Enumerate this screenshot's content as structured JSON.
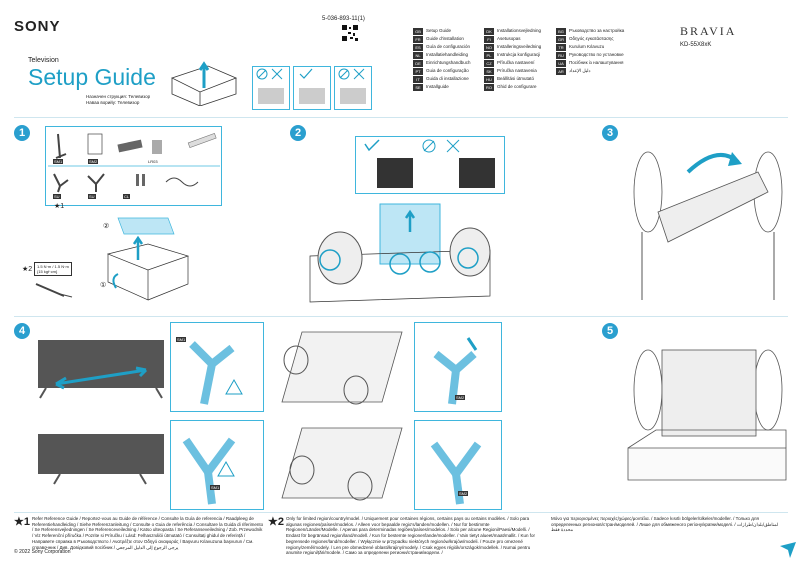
{
  "header": {
    "brand": "SONY",
    "doc_id": "5-036-893-11(1)",
    "product": "Television",
    "title": "Setup Guide",
    "subtitle_lines": [
      "Назначен струкция: Телевизор",
      "Наваа ворийу: Телевизор"
    ],
    "model_brand": "BRAVIA",
    "model_number": "KD-55X8xK"
  },
  "languages": {
    "col1": [
      {
        "code": "GB",
        "label": "Setup Guide"
      },
      {
        "code": "FR",
        "label": "Guide d'installation"
      },
      {
        "code": "ES",
        "label": "Guía de configuración"
      },
      {
        "code": "NL",
        "label": "Installatiehandleiding"
      },
      {
        "code": "DE",
        "label": "Einrichtungshandbuch"
      },
      {
        "code": "PT",
        "label": "Guia de configuração"
      },
      {
        "code": "IT",
        "label": "Guida di installazione"
      },
      {
        "code": "SE",
        "label": "Installguide"
      }
    ],
    "col2": [
      {
        "code": "DK",
        "label": "Installationsvejledning"
      },
      {
        "code": "FI",
        "label": "Asetusopas"
      },
      {
        "code": "NO",
        "label": "Installeringsveiledning"
      },
      {
        "code": "PL",
        "label": "Instrukcja konfiguracji"
      },
      {
        "code": "CZ",
        "label": "Příručka nastavení"
      },
      {
        "code": "SK",
        "label": "Príručka nastavenia"
      },
      {
        "code": "HU",
        "label": "Beállítási útmutató"
      },
      {
        "code": "RO",
        "label": "Ghid de configurare"
      }
    ],
    "col3": [
      {
        "code": "BG",
        "label": "Ръководство за настройка"
      },
      {
        "code": "GR",
        "label": "Οδηγός εγκατάστασης"
      },
      {
        "code": "TR",
        "label": "Kurulum Kılavuzu"
      },
      {
        "code": "RU",
        "label": "Руководство по установке"
      },
      {
        "code": "UA",
        "label": "Посібник із налаштування"
      },
      {
        "code": "AR",
        "label": "دليل الإعداد"
      }
    ]
  },
  "steps": {
    "s1": "1",
    "s2": "2",
    "s3": "3",
    "s4": "4",
    "s5": "5"
  },
  "step1": {
    "parts": [
      "SM1",
      "SM2",
      "SU",
      "SU",
      "CL",
      "LR03"
    ],
    "star1": "★1",
    "star2": "★2",
    "screw_spec": "1.5 N·m / 1.5 N·m",
    "screw_spec2": "{15 kgf·cm}",
    "order_labels": [
      "②",
      "①"
    ]
  },
  "step4": {
    "labels": [
      "SM1",
      "SM2",
      "SM1",
      "SM2"
    ]
  },
  "footnotes": {
    "star1_mark": "★1",
    "star1_text": "Refer Reference Guide / Reportez-vous au Guide de référence / Consulte la Guía de referencia / Raadpleeg de Referentiehandleiding / Siehe Referenzanleitung / Consulte o Guia de referência / Consultare la Guida di riferimento / Se Referensvejledningen / Se Referenceveiledning / Katso ulteopasta / Se Referanseveiledning / Zob. Przewodnik / Viz Referenční příručka / Pozrite si Príručku / Lásd: Felhasználói útmutató / Consultați ghidul de referință / Направете справка в Ръководството / Ανατρέξτε στον Οδηγό αναφοράς / Başvuru Kılavuzuna başvurun / См. справочник / Див. Довідковий посібник / يرجى الرجوع إلى الدليل المرجعي",
    "star2_mark": "★2",
    "star2_text": "Only for limited region/country/model. / Uniquement pour certaines régions, certains pays ou certains modèles. / Solo para algunas regiones/países/modelos. / Alleen voor bepaalde regio's/landen/modellen. / Nur für bestimmte Regionen/Länder/Modelle. / Apenas para determinadas regiões/países/modelos. / Solo per alcune Regioni/Paesi/Modelli. / Endast för begränsad region/land/modell. / Kun for bestemte regioner/lande/modeller. / Vain tietyt alueet/maat/mallit. / Kun for begrensede regioner/land/modeller. / Wyłącznie w przypadku niektórych regionów/krajów/modeli. / Pouze pro omezené regiony/země/modely. / Len pre obmedzené oblasti/krajiny/modely. / Csak egyes régiók/országok/modellek. / Numai pentru anumite regiuni/țări/modele. / Само за определени региони/страни/модели. /",
    "star3_text": "Μόνο για περιορισμένες περιοχές/χώρες/μοντέλα. / Sadece kısıtlı bölgeler/ülkeler/modeller. / Только для определенных регионов/стран/моделей. / Лише для обмеженого регіону/країни/моделі. / لمناطق/بلدان/طرازات محددة فقط",
    "copyright": "© 2022 Sony Corporation"
  },
  "colors": {
    "accent": "#1e9fc6",
    "panel_border": "#3fb6dd",
    "step_circle": "#2a9fcf"
  }
}
